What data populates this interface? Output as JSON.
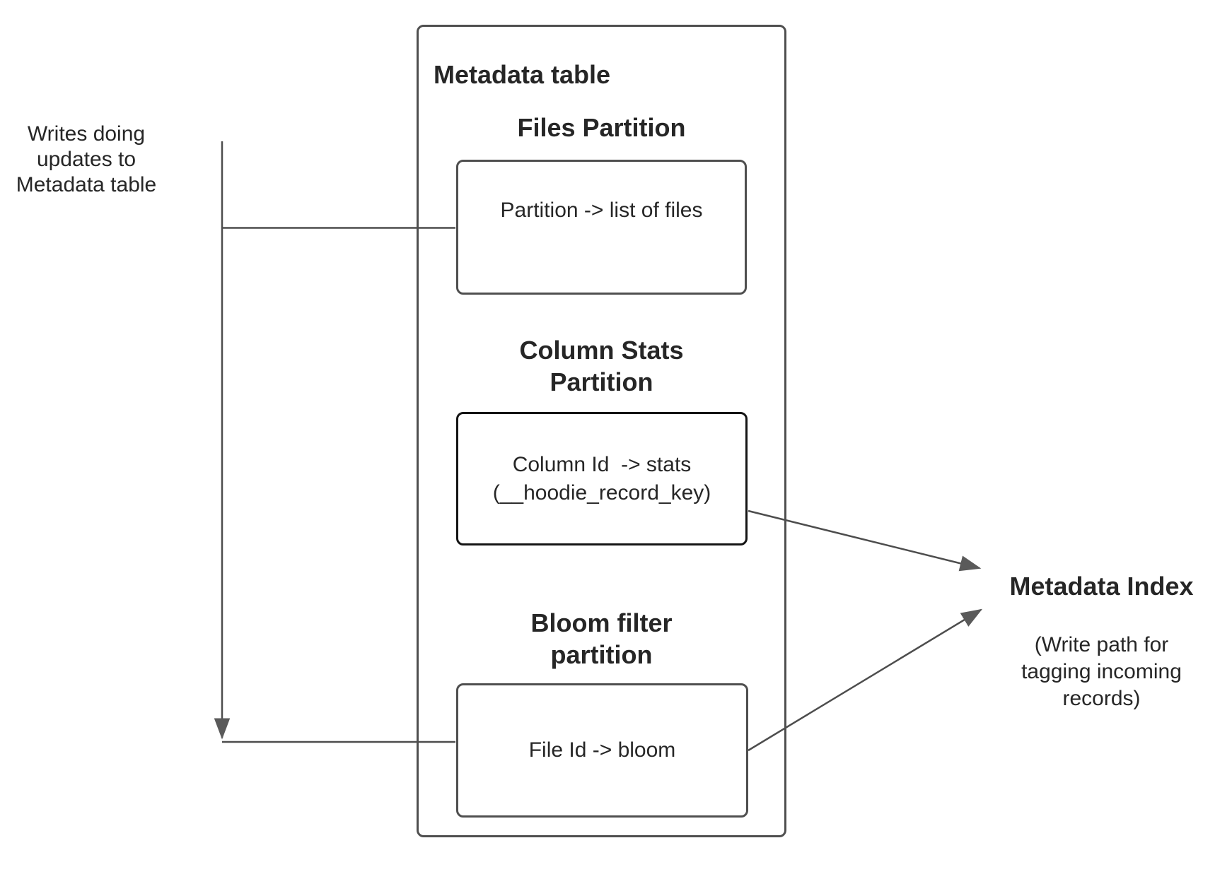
{
  "colors": {
    "line": "#4d4d4d",
    "arrowhead": "#5a5a5a",
    "box_border": "#4f4f4f",
    "dark_box_border": "#141414",
    "text": "#262626",
    "background": "#ffffff"
  },
  "side_note": {
    "text": "Writes doing\nupdates to\nMetadata table"
  },
  "metadata_table": {
    "title": "Metadata table",
    "partitions": [
      {
        "heading": "Files Partition",
        "body": "Partition -> list of files"
      },
      {
        "heading": "Column Stats\nPartition",
        "body": "Column Id  -> stats\n(__hoodie_record_key)"
      },
      {
        "heading": "Bloom filter\npartition",
        "body": "File Id -> bloom"
      }
    ]
  },
  "metadata_index": {
    "title": "Metadata Index",
    "subtitle": "(Write path for\ntagging incoming\nrecords)"
  }
}
